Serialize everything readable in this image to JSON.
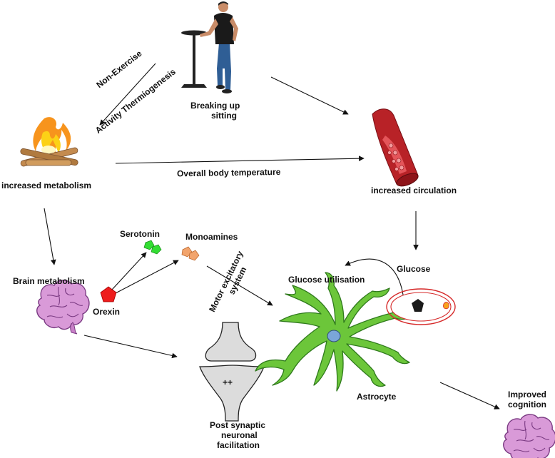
{
  "labels": {
    "breaking_up_line1": "Breaking up",
    "breaking_up_line2": "sitting",
    "neat_line1": "Non-Exercise",
    "neat_line2": "Activity Thermiogenesis",
    "increased_metabolism": "increased metabolism",
    "overall_body_temperature": "Overall body temperature",
    "increased_circulation": "increased circulation",
    "brain_metabolism": "Brain metabolism",
    "serotonin": "Serotonin",
    "monoamines": "Monoamines",
    "orexin": "Orexin",
    "motor_line1": "Motor excitatory",
    "motor_line2": "system",
    "glucose_utilisation": "Glucose utilisation",
    "glucose": "Glucose",
    "astrocyte": "Astrocyte",
    "post_line1": "Post synaptic",
    "post_line2": "neuronal",
    "post_line3": "facilitation",
    "improved_line1": "Improved",
    "improved_line2": "cognition",
    "synapse_sign": "++"
  },
  "icons": {
    "person": "standing-person-icon",
    "fire": "campfire-icon",
    "vessel": "blood-vessel-icon",
    "brain": "brain-icon",
    "orexin": "red-pentagon-icon",
    "serotonin": "green-molecule-icon",
    "monoamines": "orange-molecule-icon",
    "synapse": "synapse-icon",
    "astrocyte": "astrocyte-icon",
    "glucose_cell": "glucose-cell-icon"
  },
  "colors": {
    "astrocyte": "#6cc63a",
    "astrocyte_outline": "#2f7a1c",
    "brain": "#d99ad8",
    "brain_outline": "#7a3a82",
    "vessel": "#b82227",
    "orexin": "#ee1c1c",
    "serotonin": "#33dd33",
    "monoamines": "#f2a46c",
    "synapse": "#dcdcdc",
    "fire": "#f7941d",
    "nucleus": "#7aa6d8"
  }
}
